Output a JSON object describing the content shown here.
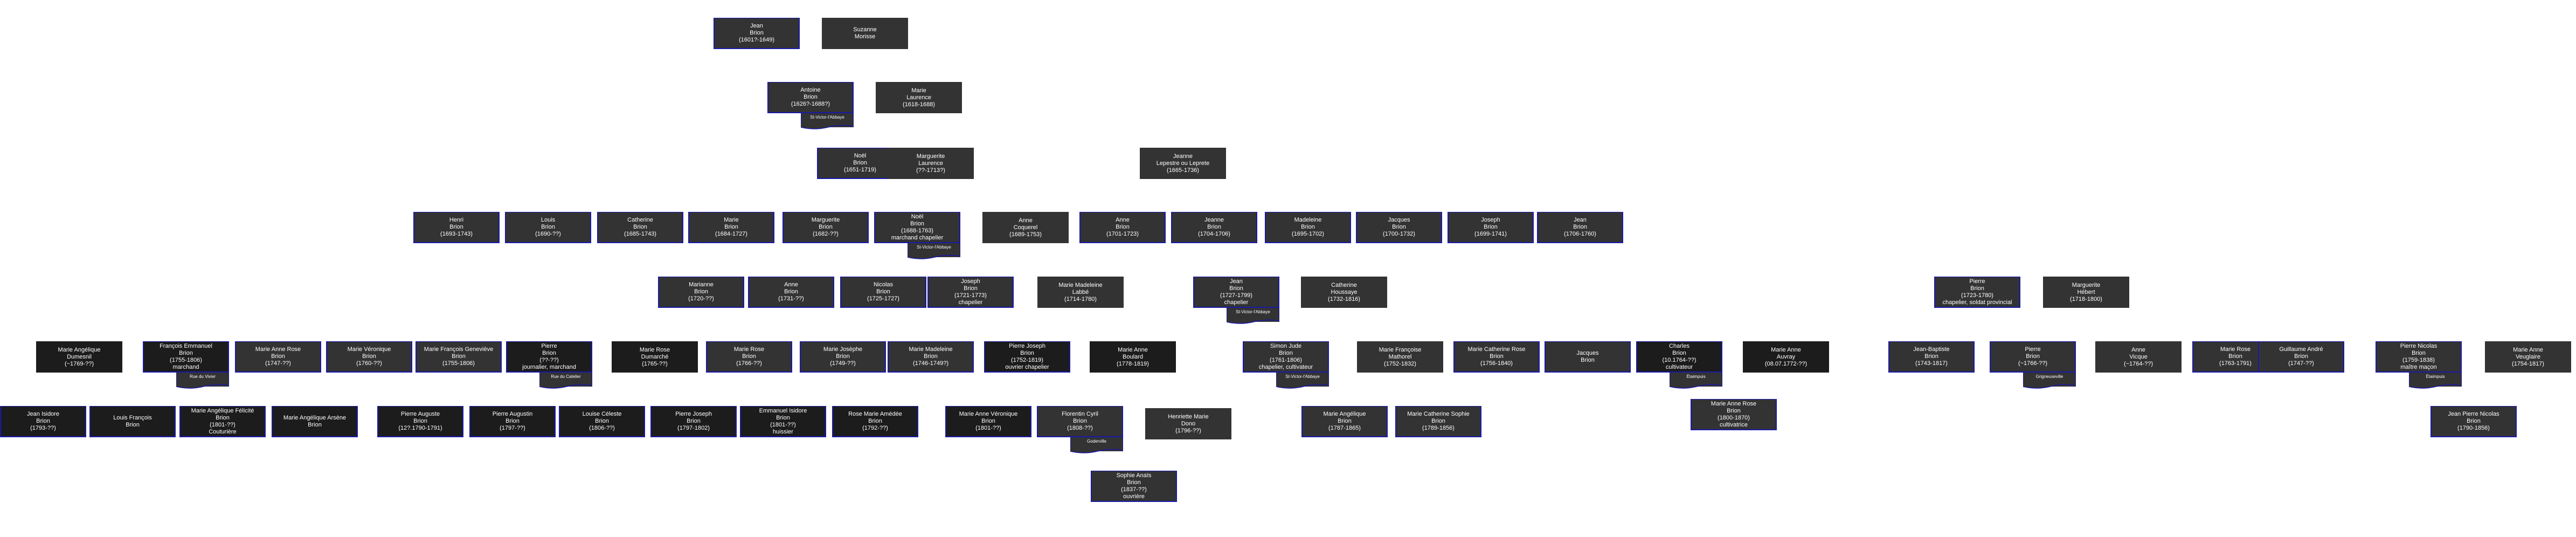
{
  "colors": {
    "box": "#333333",
    "box_dark": "#1c1c1c",
    "border": "#1a1aa8",
    "text": "#ffffff"
  },
  "people": [
    {
      "id": "p0",
      "lines": [
        "Jean",
        "Brion",
        "(1601?-1649)"
      ],
      "blood": true
    },
    {
      "id": "p1",
      "lines": [
        "Suzanne",
        "Morisse"
      ],
      "blood": false
    },
    {
      "id": "p2",
      "lines": [
        "Antoine",
        "Brion",
        "(1626?-1688?)"
      ],
      "blood": true,
      "place": "St-Victor-l'Abbaye"
    },
    {
      "id": "p3",
      "lines": [
        "Marie",
        "Laurence",
        "(1618-1688)"
      ],
      "blood": false
    },
    {
      "id": "p4",
      "lines": [
        "Noël",
        "Brion",
        "(1651-1719)"
      ],
      "blood": true
    },
    {
      "id": "p5",
      "lines": [
        "Marguerite",
        "Laurence",
        "(??-1713?)"
      ],
      "blood": false
    },
    {
      "id": "p6",
      "lines": [
        "Jeanne",
        "Lepestre ou Leprete",
        "(1665-1736)"
      ],
      "blood": false
    },
    {
      "id": "p7",
      "lines": [
        "Henri",
        "Brion",
        "(1693-1743)"
      ],
      "blood": true
    },
    {
      "id": "p8",
      "lines": [
        "Louis",
        "Brion",
        "(1690-??)"
      ],
      "blood": true
    },
    {
      "id": "p9",
      "lines": [
        "Catherine",
        "Brion",
        "(1685-1743)"
      ],
      "blood": true
    },
    {
      "id": "p10",
      "lines": [
        "Marie",
        "Brion",
        "(1684-1727)"
      ],
      "blood": true
    },
    {
      "id": "p11",
      "lines": [
        "Marguerite",
        "Brion",
        "(1682-??)"
      ],
      "blood": true
    },
    {
      "id": "p12",
      "lines": [
        "Noël",
        "Brion",
        "(1688-1763)",
        "marchand chapelier"
      ],
      "blood": true,
      "place": "St-Victor-l'Abbaye"
    },
    {
      "id": "p13",
      "lines": [
        "Anne",
        "Coquerel",
        "(1689-1753)"
      ],
      "blood": false
    },
    {
      "id": "p14",
      "lines": [
        "Anne",
        "Brion",
        "(1701-1723)"
      ],
      "blood": true
    },
    {
      "id": "p15",
      "lines": [
        "Jeanne",
        "Brion",
        "(1704-1706)"
      ],
      "blood": true
    },
    {
      "id": "p16",
      "lines": [
        "Madeleine",
        "Brion",
        "(1695-1702)"
      ],
      "blood": true
    },
    {
      "id": "p17",
      "lines": [
        "Jacques",
        "Brion",
        "(1700-1732)"
      ],
      "blood": true
    },
    {
      "id": "p18",
      "lines": [
        "Joseph",
        "Brion",
        "(1699-1741)"
      ],
      "blood": true
    },
    {
      "id": "p19",
      "lines": [
        "Jean",
        "Brion",
        "(1706-1760)"
      ],
      "blood": true
    },
    {
      "id": "p20",
      "lines": [
        "Marianne",
        "Brion",
        "(1720-??)"
      ],
      "blood": true
    },
    {
      "id": "p21",
      "lines": [
        "Anne",
        "Brion",
        "(1731-??)"
      ],
      "blood": true
    },
    {
      "id": "p22",
      "lines": [
        "Nicolas",
        "Brion",
        "(1725-1727)"
      ],
      "blood": true
    },
    {
      "id": "p23",
      "lines": [
        "Joseph",
        "Brion",
        "(1721-1773)",
        "chapelier"
      ],
      "blood": true
    },
    {
      "id": "p24",
      "lines": [
        "Marie Madeleine",
        "Labbé",
        "(1714-1780)"
      ],
      "blood": false
    },
    {
      "id": "p25",
      "lines": [
        "Jean",
        "Brion",
        "(1727-1799)",
        "chapelier"
      ],
      "blood": true,
      "place": "St-Victor-l'Abbaye"
    },
    {
      "id": "p26",
      "lines": [
        "Catherine",
        "Houssaye",
        "(1732-1816)"
      ],
      "blood": false
    },
    {
      "id": "p27",
      "lines": [
        "Pierre",
        "Brion",
        "(1723-1780)",
        "chapelier, soldat provincial"
      ],
      "blood": true
    },
    {
      "id": "p28",
      "lines": [
        "Marguerite",
        "Hébert",
        "(1718-1800)"
      ],
      "blood": false
    },
    {
      "id": "p29",
      "lines": [
        "Marie Angélique",
        "Dumesnil",
        "(~1769-??)"
      ],
      "blood": false,
      "dark": true
    },
    {
      "id": "p30",
      "lines": [
        "François Emmanuel",
        "Brion",
        "(1755-1806)",
        "marchand"
      ],
      "blood": true,
      "dark": true,
      "place": "Rue du Vivier"
    },
    {
      "id": "p31",
      "lines": [
        "Marie Anne Rose",
        "Brion",
        "(1747-??)"
      ],
      "blood": true
    },
    {
      "id": "p32",
      "lines": [
        "Marie Véronique",
        "Brion",
        "(1760-??)"
      ],
      "blood": true
    },
    {
      "id": "p33",
      "lines": [
        "Marie François Geneviève",
        "Brion",
        "(1755-1806)"
      ],
      "blood": true
    },
    {
      "id": "p34",
      "lines": [
        "Pierre",
        "Brion",
        "(??-??)",
        "journalier, marchand"
      ],
      "blood": true,
      "dark": true,
      "place": "Rue du Catelier"
    },
    {
      "id": "p35",
      "lines": [
        "Marie Rose",
        "Dumarché",
        "(1765-??)"
      ],
      "blood": false,
      "dark": true
    },
    {
      "id": "p36",
      "lines": [
        "Marie Rose",
        "Brion",
        "(1766-??)"
      ],
      "blood": true
    },
    {
      "id": "p37",
      "lines": [
        "Marie Josèphe",
        "Brion",
        "(1749-??)"
      ],
      "blood": true
    },
    {
      "id": "p38",
      "lines": [
        "Marie Madeleine",
        "Brion",
        "(1746-1749?)"
      ],
      "blood": true
    },
    {
      "id": "p39",
      "lines": [
        "Pierre Joseph",
        "Brion",
        "(1752-1819)",
        "ouvrier chapelier"
      ],
      "blood": true,
      "dark": true
    },
    {
      "id": "p40",
      "lines": [
        "Marie Anne",
        "Boulard",
        "(1778-1819)"
      ],
      "blood": false,
      "dark": true
    },
    {
      "id": "p41",
      "lines": [
        "Simon Jude",
        "Brion",
        "(1761-1806)",
        "chapelier, cultivateur"
      ],
      "blood": true,
      "place": "St-Victor-l'Abbaye"
    },
    {
      "id": "p42",
      "lines": [
        "Marie Françoise",
        "Mathorel",
        "(1752-1832)"
      ],
      "blood": false
    },
    {
      "id": "p43",
      "lines": [
        "Marie Catherine Rose",
        "Brion",
        "(1756-1840)"
      ],
      "blood": true
    },
    {
      "id": "p44",
      "lines": [
        "Jacques",
        "Brion"
      ],
      "blood": true
    },
    {
      "id": "p45",
      "lines": [
        "Charles",
        "Brion",
        "(10.1764-??)",
        "cultivateur"
      ],
      "blood": true,
      "dark": true,
      "place": "Étaimpuis"
    },
    {
      "id": "p46",
      "lines": [
        "Marie Anne",
        "Auvray",
        "(08.07.1772-??)"
      ],
      "blood": false,
      "dark": true
    },
    {
      "id": "p47",
      "lines": [
        "Jean-Baptiste",
        "Brion",
        "(1743-1817)"
      ],
      "blood": true
    },
    {
      "id": "p48",
      "lines": [
        "Pierre",
        "Brion",
        "(~1766-??)"
      ],
      "blood": true,
      "place": "Grigneuseville"
    },
    {
      "id": "p49",
      "lines": [
        "Anne",
        "Vicque",
        "(~1764-??)"
      ],
      "blood": false
    },
    {
      "id": "p50",
      "lines": [
        "Marie Rose",
        "Brion",
        "(1763-1791)"
      ],
      "blood": true
    },
    {
      "id": "p51",
      "lines": [
        "Guillaume André",
        "Brion",
        "(1747-??)"
      ],
      "blood": true
    },
    {
      "id": "p52",
      "lines": [
        "Pierre Nicolas",
        "Brion",
        "(1759-1838)",
        "maître maçon"
      ],
      "blood": true,
      "place": "Étaimpuis"
    },
    {
      "id": "p53",
      "lines": [
        "Marie Anne",
        "Veuglaire",
        "(1754-1817)"
      ],
      "blood": false
    },
    {
      "id": "p54",
      "lines": [
        "Jean Isidore",
        "Brion",
        "(1793-??)"
      ],
      "blood": true,
      "dark": true
    },
    {
      "id": "p55",
      "lines": [
        "Louis François",
        "Brion"
      ],
      "blood": true,
      "dark": true
    },
    {
      "id": "p56",
      "lines": [
        "Marie Angélique Félicité",
        "Brion",
        "(1801-??)",
        "Couturière"
      ],
      "blood": true,
      "dark": true
    },
    {
      "id": "p57",
      "lines": [
        "Marie Angélique Arsène",
        "Brion"
      ],
      "blood": true,
      "dark": true
    },
    {
      "id": "p58",
      "lines": [
        "Pierre Auguste",
        "Brion",
        "(12?.1790-1791)"
      ],
      "blood": true,
      "dark": true
    },
    {
      "id": "p59",
      "lines": [
        "Pierre Augustin",
        "Brion",
        "(1797-??)"
      ],
      "blood": true,
      "dark": true
    },
    {
      "id": "p60",
      "lines": [
        "Louise Céleste",
        "Brion",
        "(1806-??)"
      ],
      "blood": true,
      "dark": true
    },
    {
      "id": "p61",
      "lines": [
        "Pierre Joseph",
        "Brion",
        "(1797-1802)"
      ],
      "blood": true,
      "dark": true
    },
    {
      "id": "p62",
      "lines": [
        "Emmanuel Isidore",
        "Brion",
        "(1801-??)",
        "huissier"
      ],
      "blood": true,
      "dark": true
    },
    {
      "id": "p63",
      "lines": [
        "Rose Marie Amédée",
        "Brion",
        "(1792-??)"
      ],
      "blood": true,
      "dark": true
    },
    {
      "id": "p64",
      "lines": [
        "Marie Anne Véronique",
        "Brion",
        "(1801-??)"
      ],
      "blood": true,
      "dark": true
    },
    {
      "id": "p65",
      "lines": [
        "Florentin Cyril",
        "Brion",
        "(1808-??)"
      ],
      "blood": true,
      "place": "Goderville"
    },
    {
      "id": "p66",
      "lines": [
        "Henriette Marie",
        "Dono",
        "(1796-??)"
      ],
      "blood": false
    },
    {
      "id": "p67",
      "lines": [
        "Marie Angélique",
        "Brion",
        "(1787-1865)"
      ],
      "blood": true
    },
    {
      "id": "p68",
      "lines": [
        "Marie Catherine Sophie",
        "Brion",
        "(1789-1856)"
      ],
      "blood": true
    },
    {
      "id": "p69",
      "lines": [
        "Marie Anne Rose",
        "Brion",
        "(1800-1870)",
        "cultivatrice"
      ],
      "blood": true
    },
    {
      "id": "p70",
      "lines": [
        "Jean Pierre Nicolas",
        "Brion",
        "(1790-1856)"
      ],
      "blood": true
    },
    {
      "id": "p71",
      "lines": [
        "Sophie Anaïs",
        "Brion",
        "(1837-??)",
        "ouvrière"
      ],
      "blood": true
    }
  ]
}
